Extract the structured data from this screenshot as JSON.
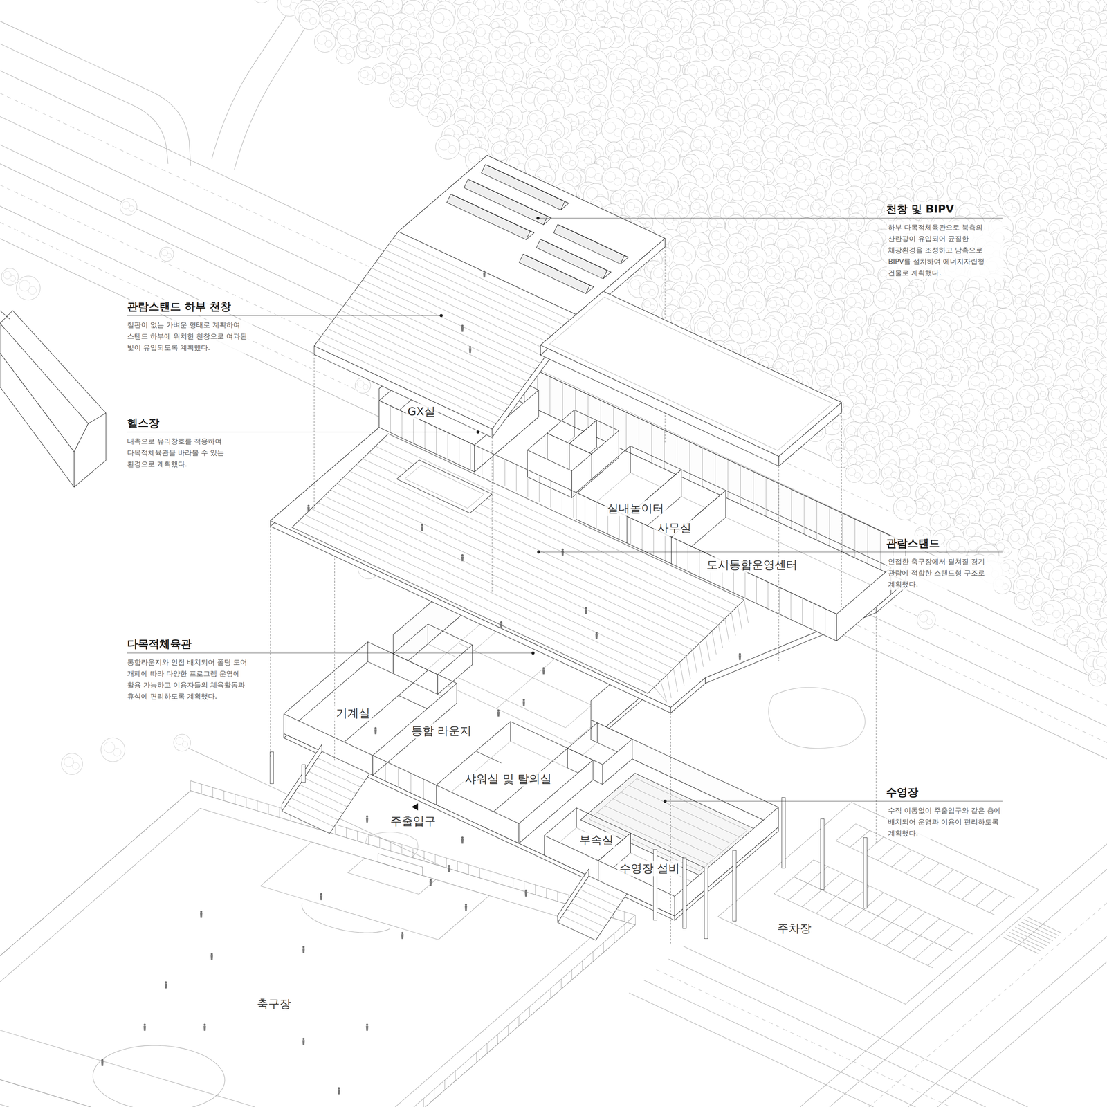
{
  "diagram": {
    "labels": [
      "천창 및 BIPV",
      "하부 다목적체육관으로 북측의 산란광이 유입되어 균질한 채광환경을 조성하고 남측으로 BIPV를 설치하여 에너지자립형 건물로 계획했다.",
      "관람스탠드 하부 천창",
      "철판이 없는 가벼운 형태로 계획하여 스탠드 하부에 위치한 천창으로 여과된 빛이 유입되도록 계획했다.",
      "헬스장",
      "내측으로 유리창호를 적용하여 다목적체육관을 바라볼 수 있는 환경으로 계획했다.",
      "GX실",
      "실내놀이터",
      "사무실",
      "관람스탠드",
      "인접한 축구장에서 펼쳐질 경기 관람에 적합한 스탠드형 구조로 계획했다.",
      "도시통합운영센터",
      "다목적체육관",
      "통합라운지와 인접 배치되어 폴딩 도어 개폐에 따라 다양한 프로그램 운영에 활용 가능하고 이용자들의 체육활동과 휴식에 편리하도록 계획했다.",
      "기계실",
      "통합 라운지",
      "샤워실 및 탈의실",
      "수영장",
      "수직 이동없이 주출입구와 같은 층에 배치되어 운영과 이용이 편리하도록 계획했다.",
      "주출입구",
      "부속실",
      "수영장 설비",
      "주차장",
      "축구장"
    ]
  }
}
